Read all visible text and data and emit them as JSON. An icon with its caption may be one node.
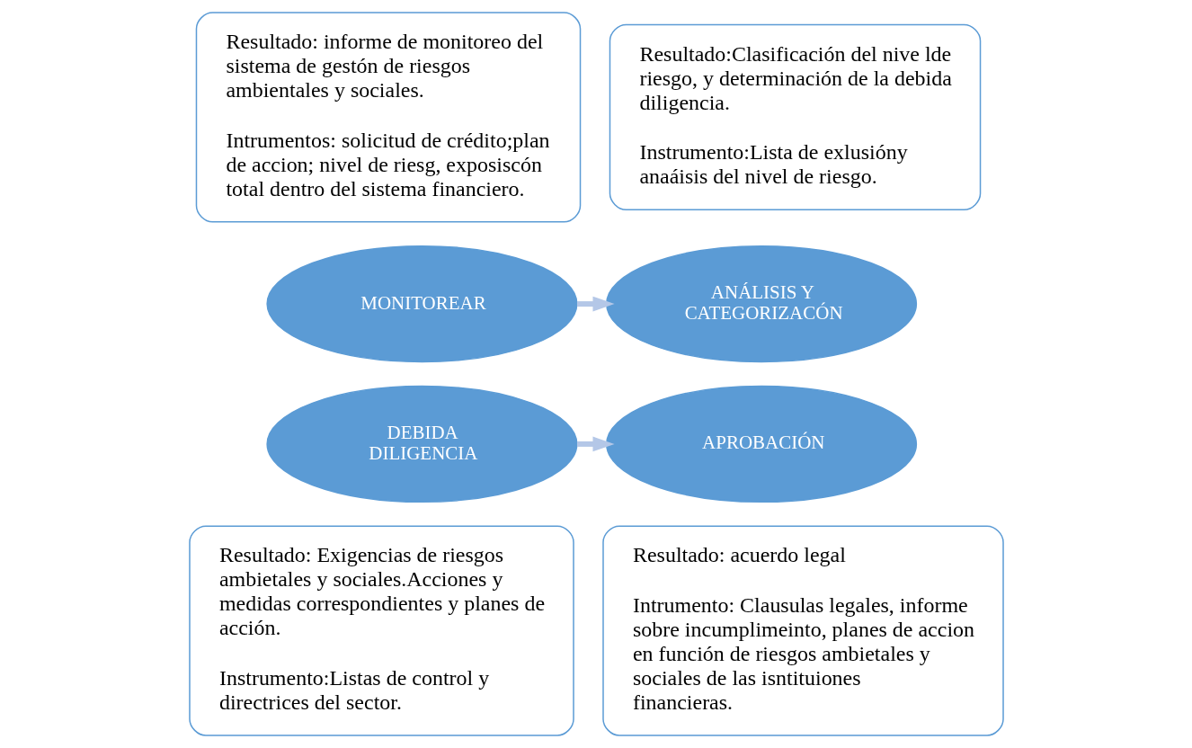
{
  "diagram": {
    "nodes": [
      {
        "text": [
          "Resultado: informe de monitoreo del sistema de gestón de riesgos ambientales y sociales.",
          "Intrumentos: solicitud de crédito;plan de accion; nivel de riesg, exposiscón total dentro del sistema financiero."
        ]
      },
      {
        "text": [
          "Resultado:Clasificación del nive lde riesgo, y determinación de la debida diligencia.",
          "Instrumento:Lista de exlusióny anaáisis del nivel de riesgo."
        ]
      },
      {
        "text": [
          "MONITOREAR"
        ]
      },
      {
        "text": [
          "ANÁLISIS Y CATEGORIZACÓN"
        ]
      },
      {
        "text": [
          "APROBACIÓN"
        ]
      },
      {
        "text": [
          "DEBIDA DILIGENCIA"
        ]
      },
      {
        "text": [
          "Resultado: acuerdo legal",
          "Intrumento: Clausulas legales, informe sobre incumplimeinto, planes de accion en función de riesgos ambietales y sociales de las isntituiones financieras."
        ]
      },
      {
        "text": [
          "Resultado: Exigencias de riesgos ambietales y sociales.Acciones y medidas correspondientes y planes de acción.",
          "Instrumento:Listas de control y directrices del sector."
        ]
      }
    ],
    "edges": [
      {
        "from": 2,
        "to": 3,
        "arrow": "to",
        "color": "#b4c7e7"
      },
      {
        "from": 5,
        "to": 4,
        "arrow": "to",
        "color": "#b4c7e7"
      }
    ]
  }
}
